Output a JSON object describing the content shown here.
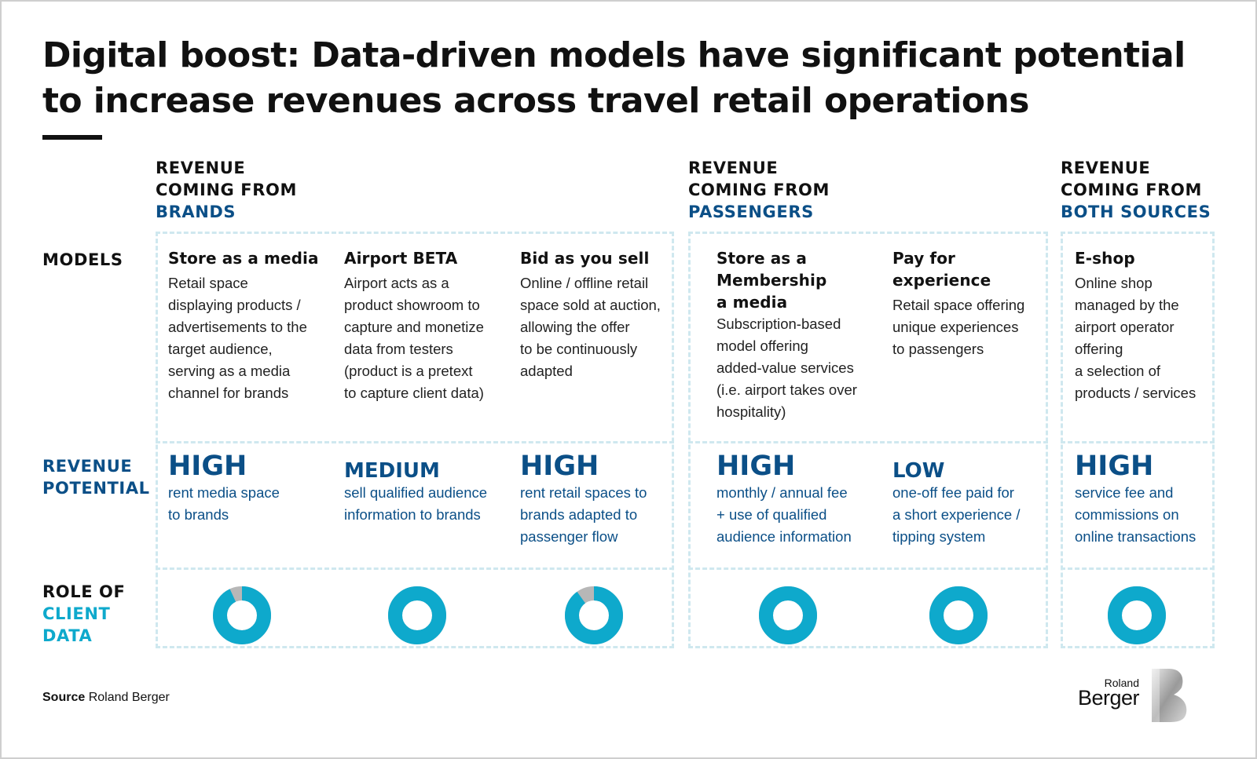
{
  "title": "Digital boost: Data-driven models have significant potential to increase revenues across travel retail operations",
  "groups": [
    {
      "line1": "REVENUE",
      "line2": "COMING FROM",
      "highlight": "BRANDS"
    },
    {
      "line1": "REVENUE",
      "line2": "COMING FROM",
      "highlight": "PASSENGERS"
    },
    {
      "line1": "REVENUE",
      "line2": "COMING FROM",
      "highlight": "BOTH SOURCES"
    }
  ],
  "row_labels": {
    "models": "MODELS",
    "revenue_line1": "REVENUE",
    "revenue_line2": "POTENTIAL",
    "role_line1": "ROLE OF",
    "role_line2": "CLIENT",
    "role_line3": "DATA"
  },
  "models": [
    {
      "name": "Store as a media",
      "desc": [
        "Retail space",
        "displaying products /",
        "advertisements to the",
        "target audience,",
        "serving as a media",
        "channel for brands"
      ],
      "potential": "HIGH",
      "potential_desc": [
        "rent media space",
        "to brands"
      ],
      "client_data_share": 0.93
    },
    {
      "name": "Airport BETA",
      "desc": [
        "Airport acts as a",
        "product showroom to",
        "capture and monetize",
        "data from testers",
        "(product is a pretext",
        "to capture client data)"
      ],
      "potential": "MEDIUM",
      "potential_desc": [
        "sell qualified audience",
        "information to brands"
      ],
      "client_data_share": 1.0
    },
    {
      "name": "Bid as you sell",
      "desc": [
        "Online / offline retail",
        "space sold at auction,",
        "allowing the offer",
        "to be continuously",
        "adapted"
      ],
      "potential": "HIGH",
      "potential_desc": [
        "rent retail spaces to",
        "brands adapted to",
        "passenger flow"
      ],
      "client_data_share": 0.9
    },
    {
      "name_lines": [
        "Store as a",
        "Membership",
        "a media"
      ],
      "desc": [
        "Subscription-based",
        "model offering",
        "added-value services",
        "(i.e. airport takes over",
        "hospitality)"
      ],
      "potential": "HIGH",
      "potential_desc": [
        "monthly / annual fee",
        "+ use of qualified",
        "audience information"
      ],
      "client_data_share": 1.0
    },
    {
      "name_lines": [
        "Pay for",
        "experience"
      ],
      "desc": [
        "Retail space offering",
        "unique experiences",
        "to passengers"
      ],
      "potential": "LOW",
      "potential_desc": [
        "one-off fee paid for",
        "a short experience /",
        "tipping system"
      ],
      "client_data_share": 1.0
    },
    {
      "name": "E-shop",
      "desc": [
        "Online shop",
        "managed by the",
        "airport operator",
        "offering",
        "a selection of",
        "products / services"
      ],
      "potential": "HIGH",
      "potential_desc": [
        "service fee and",
        "commissions on",
        "online transactions"
      ],
      "client_data_share": 1.0
    }
  ],
  "source_label": "Source",
  "source_text": "Roland Berger",
  "logo": {
    "top": "Roland",
    "bottom": "Berger"
  },
  "colors": {
    "navy": "#0b4f87",
    "cyan": "#0ea9cc",
    "grey": "#b7b7b7",
    "dash": "#cfe8ef"
  }
}
